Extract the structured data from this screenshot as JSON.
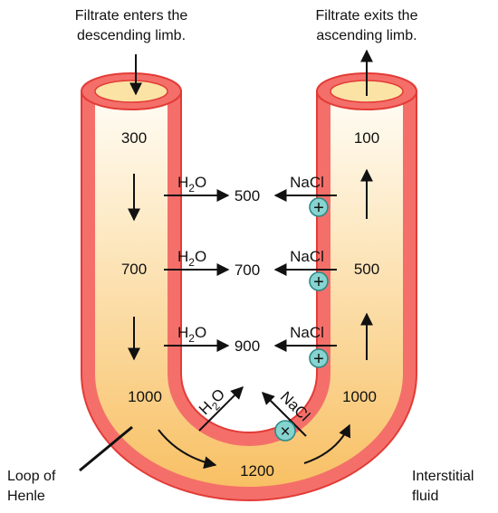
{
  "captions": {
    "enters_line1": "Filtrate enters the",
    "enters_line2": "descending limb.",
    "exits_line1": "Filtrate exits the",
    "exits_line2": "ascending limb.",
    "loop_line1": "Loop of",
    "loop_line2": "Henle",
    "interstitial_line1": "Interstitial",
    "interstitial_line2": "fluid"
  },
  "descending": {
    "top": "300",
    "mid": "700",
    "bottom": "1000"
  },
  "ascending": {
    "top": "100",
    "mid": "500",
    "bottom": "1000"
  },
  "bottom_value": "1200",
  "interstitial": {
    "row1": "500",
    "row2": "700",
    "row3": "900"
  },
  "molecules": {
    "water_h": "H",
    "water_sub": "2",
    "water_o": "O",
    "salt": "NaCl"
  },
  "symbols": {
    "pump_plus": "+",
    "blocked_x": "×"
  },
  "colors": {
    "tube_wall": "#f46f6a",
    "tube_outline": "#e33b36",
    "fluid_top": "#fffaf2",
    "fluid_bottom": "#f9c36c",
    "pump_fill": "#86d3cf",
    "pump_stroke": "#2c8a87"
  }
}
